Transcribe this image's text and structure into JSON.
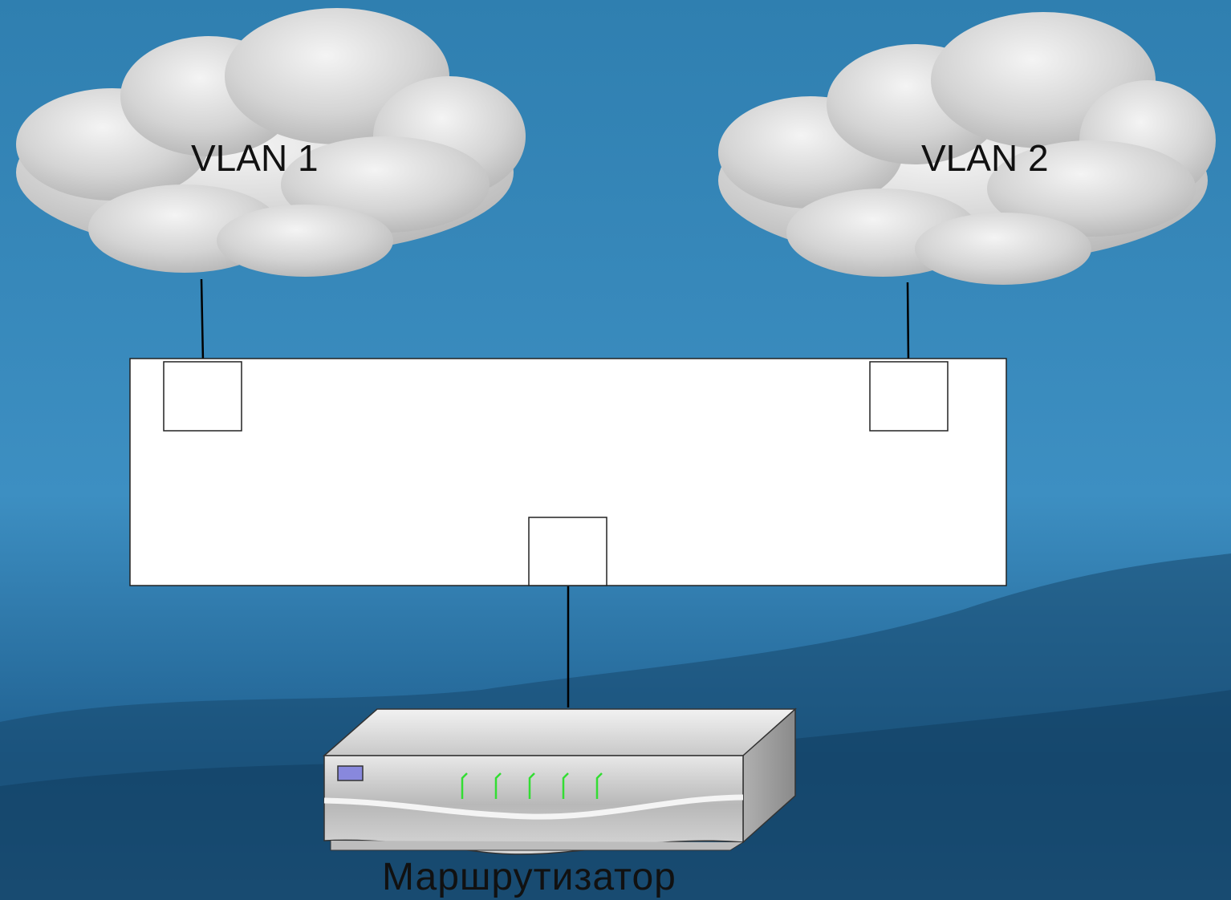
{
  "diagram": {
    "vlan_left": {
      "label": "VLAN 1"
    },
    "vlan_right": {
      "label": "VLAN 2"
    },
    "router": {
      "label": "Маршрутизатор"
    },
    "router_leds": 5
  },
  "colors": {
    "background_sky": "#3a88b8",
    "cloud": "#d8d8d8",
    "switch_fill": "#ffffff",
    "led": "#33dd33",
    "router_indicator": "#8888dd"
  }
}
